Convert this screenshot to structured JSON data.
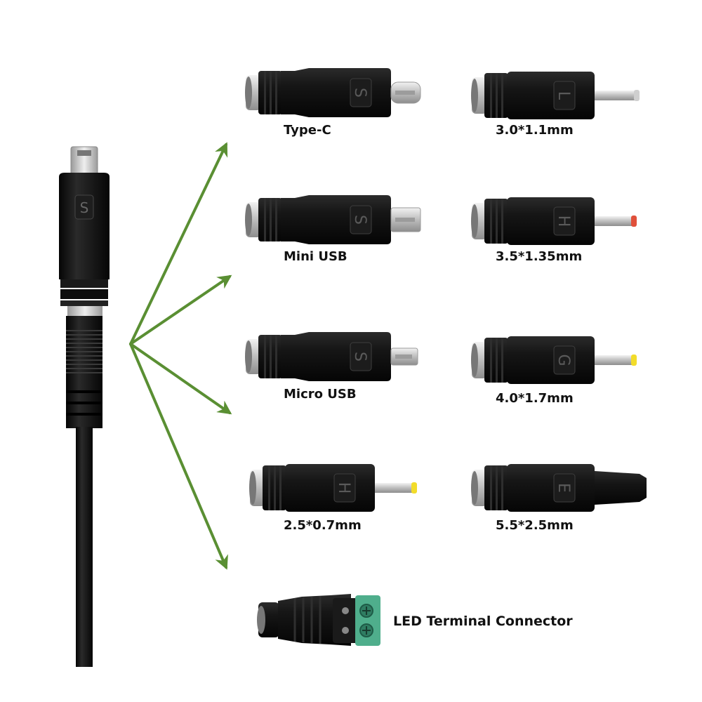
{
  "colors": {
    "arrow": "#5a8f33",
    "plastic": "#111111",
    "plastic_highlight": "#3a3a3a",
    "metal": "#c8c8c8",
    "terminal_green": "#4fae8c",
    "background": "#ffffff"
  },
  "cable": {
    "tip_type": "micro-usb",
    "body_mark": "S"
  },
  "adapters": [
    {
      "id": "type-c",
      "label": "Type-C",
      "mark": "S",
      "tip": "type-c",
      "tip_color": "#cfcfcf"
    },
    {
      "id": "3011",
      "label": "3.0*1.1mm",
      "mark": "L",
      "tip": "barrel",
      "tip_color": "#cfcfcf"
    },
    {
      "id": "mini-usb",
      "label": "Mini USB",
      "mark": "S",
      "tip": "mini-usb",
      "tip_color": "#cfcfcf"
    },
    {
      "id": "35135",
      "label": "3.5*1.35mm",
      "mark": "H",
      "tip": "barrel",
      "tip_color": "#e0503a"
    },
    {
      "id": "micro-usb",
      "label": "Micro USB",
      "mark": "S",
      "tip": "micro-usb",
      "tip_color": "#cfcfcf"
    },
    {
      "id": "4017",
      "label": "4.0*1.7mm",
      "mark": "G",
      "tip": "barrel",
      "tip_color": "#f2dc2a"
    },
    {
      "id": "2507",
      "label": "2.5*0.7mm",
      "mark": "H",
      "tip": "barrel",
      "tip_color": "#f2dc2a"
    },
    {
      "id": "5525",
      "label": "5.5*2.5mm",
      "mark": "E",
      "tip": "barrel-large",
      "tip_color": "#111111"
    }
  ],
  "terminal": {
    "label": "LED Terminal Connector"
  }
}
